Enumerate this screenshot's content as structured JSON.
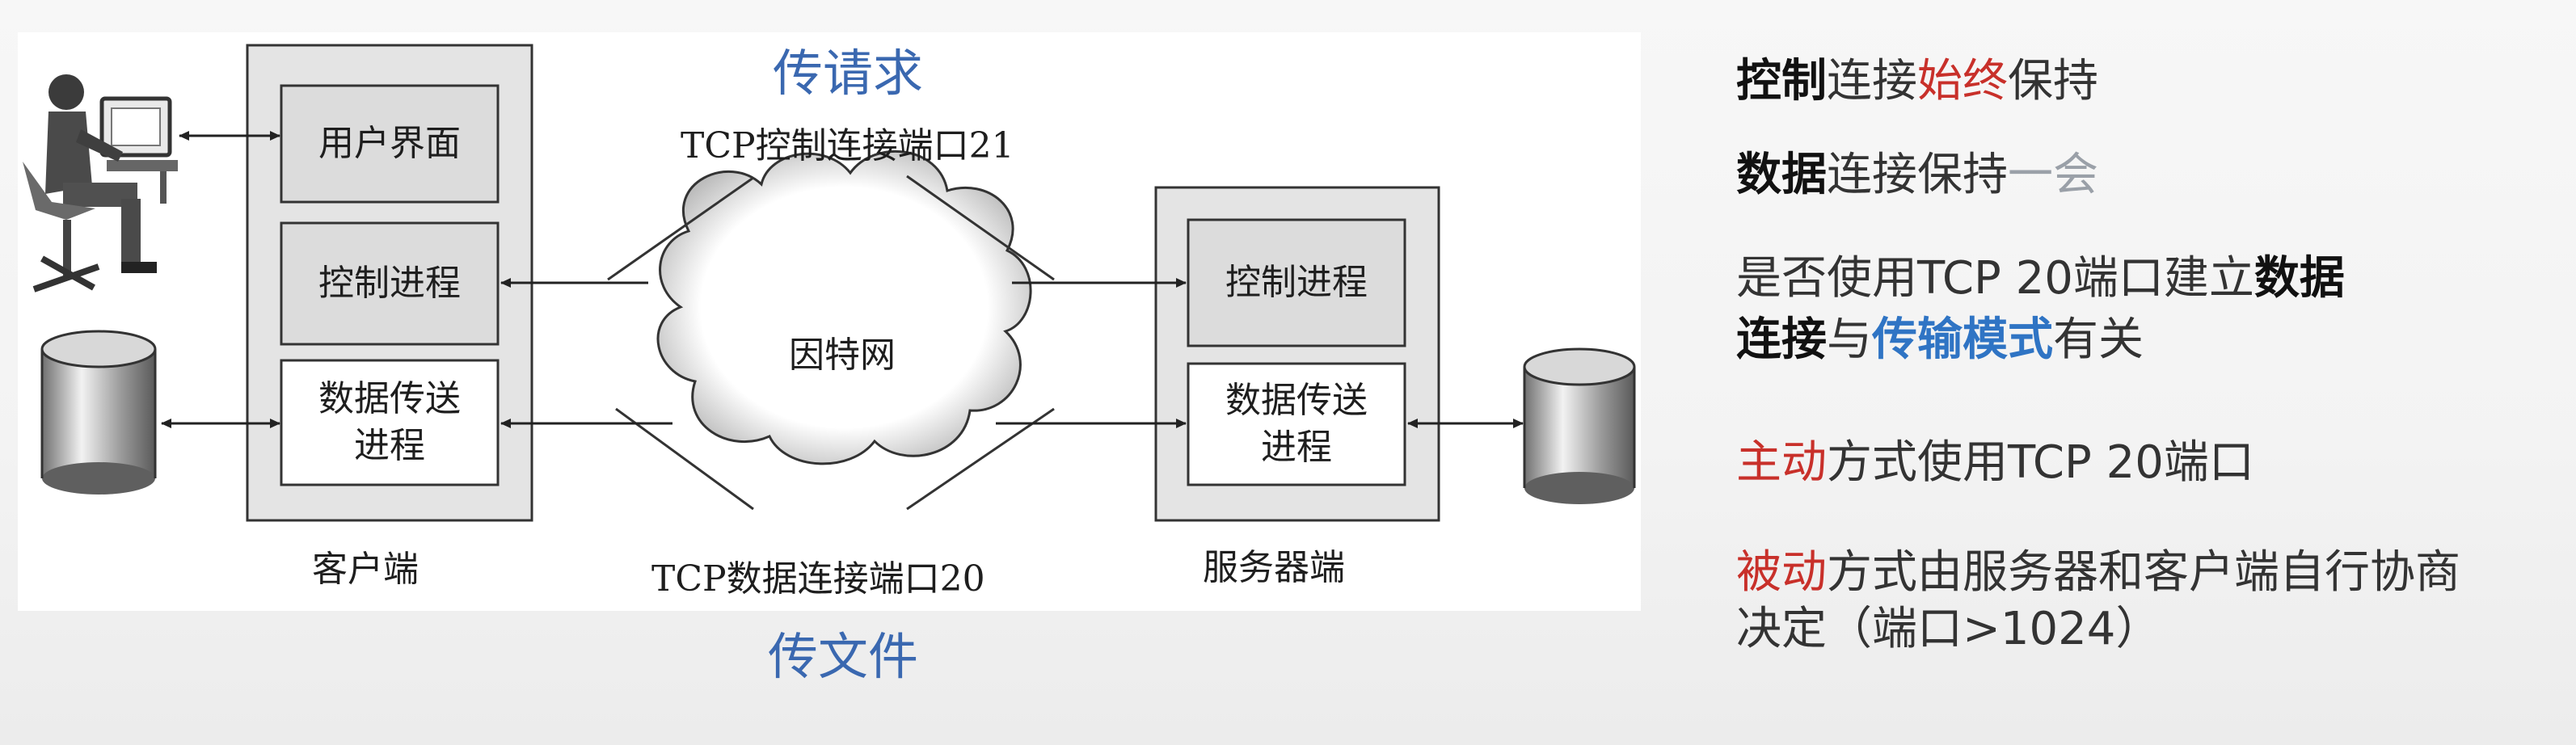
{
  "diagram": {
    "client": {
      "ui_label": "用户界面",
      "control_label": "控制进程",
      "data_label_line1": "数据传送",
      "data_label_line2": "进程",
      "caption": "客户端"
    },
    "server": {
      "control_label": "控制进程",
      "data_label_line1": "数据传送",
      "data_label_line2": "进程",
      "caption": "服务器端"
    },
    "internet_label": "因特网",
    "control_conn_label": "TCP控制连接端口21",
    "data_conn_label": "TCP数据连接端口20",
    "handwritten_top": "传请求",
    "handwritten_bottom": "传文件"
  },
  "notes": {
    "n1": {
      "a": "控制",
      "b": "连接",
      "c": "始终",
      "d": "保持"
    },
    "n2": {
      "a": "数据",
      "b": "连接保持",
      "c": "一会"
    },
    "n3": {
      "a": "是否使用TCP 20端口建立",
      "b": "数据",
      "c": "连接",
      "d": "与",
      "e": "传输模式",
      "f": "有关"
    },
    "n4": {
      "a": "主动",
      "b": "方式使用TCP 20端口"
    },
    "n5": {
      "a": "被动",
      "b": "方式由服务器和客户端自行协商",
      "c": "决定（端口>1024）"
    }
  },
  "colors": {
    "accent_red": "#c8302a",
    "accent_blue": "#2f74c4",
    "handwriting_blue": "#3a68b0",
    "panel_gray": "#e4e4e4"
  }
}
